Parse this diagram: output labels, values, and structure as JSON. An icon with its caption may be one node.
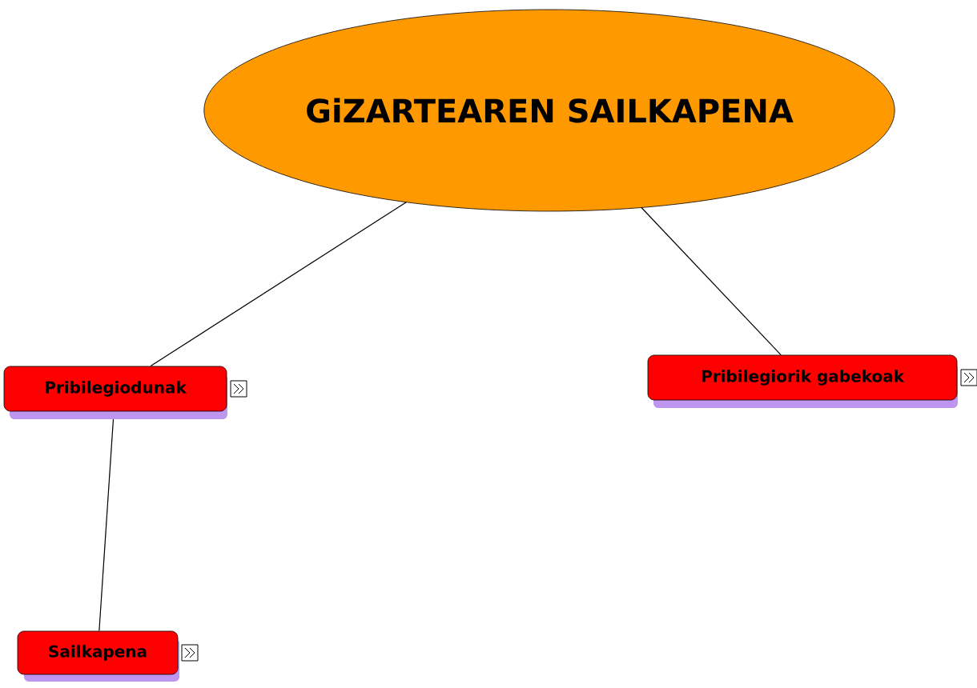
{
  "diagram": {
    "nodes": [
      {
        "text": [
          "GiZARTEAREN SAILKAPENA"
        ]
      },
      {
        "text": [
          "Pribilegiodunak"
        ]
      },
      {
        "text": [
          "Pribilegiorik gabekoak"
        ]
      },
      {
        "text": [
          "Sailkapena"
        ]
      }
    ],
    "edges": [
      {
        "from": 0,
        "to": 1,
        "arrow": "none"
      },
      {
        "from": 0,
        "to": 2,
        "arrow": "none"
      },
      {
        "from": 1,
        "to": 3,
        "arrow": "none"
      }
    ]
  }
}
